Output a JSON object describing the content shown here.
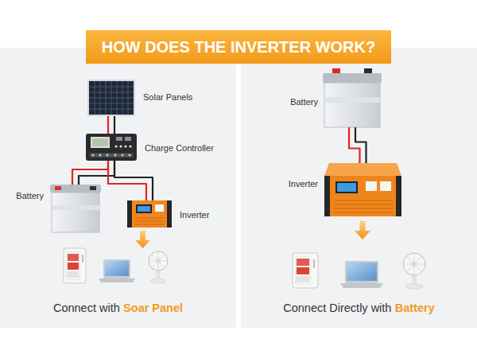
{
  "diagram": {
    "title": "HOW DOES THE INVERTER WORK?",
    "nodes": [
      {
        "text": [
          "Connect with",
          "Soar Panel"
        ]
      },
      {
        "text": [
          "Solar Panels"
        ],
        "in": 0
      },
      {
        "text": [
          "Charge Controller"
        ],
        "in": 0
      },
      {
        "text": [
          "Battery"
        ],
        "in": 0
      },
      {
        "text": [
          "Inverter"
        ],
        "in": 0
      },
      {
        "text": [
          "Connect Directly with",
          "Battery"
        ]
      },
      {
        "text": [
          "Battery"
        ],
        "in": 5
      },
      {
        "text": [
          "Inverter"
        ],
        "in": 5
      }
    ],
    "edges": [
      {
        "from": 1,
        "to": 2,
        "arrow": "none"
      },
      {
        "from": 2,
        "to": 3,
        "arrow": "none"
      },
      {
        "from": 2,
        "to": 4,
        "arrow": "none"
      },
      {
        "from": 6,
        "to": 7,
        "arrow": "none"
      }
    ]
  }
}
